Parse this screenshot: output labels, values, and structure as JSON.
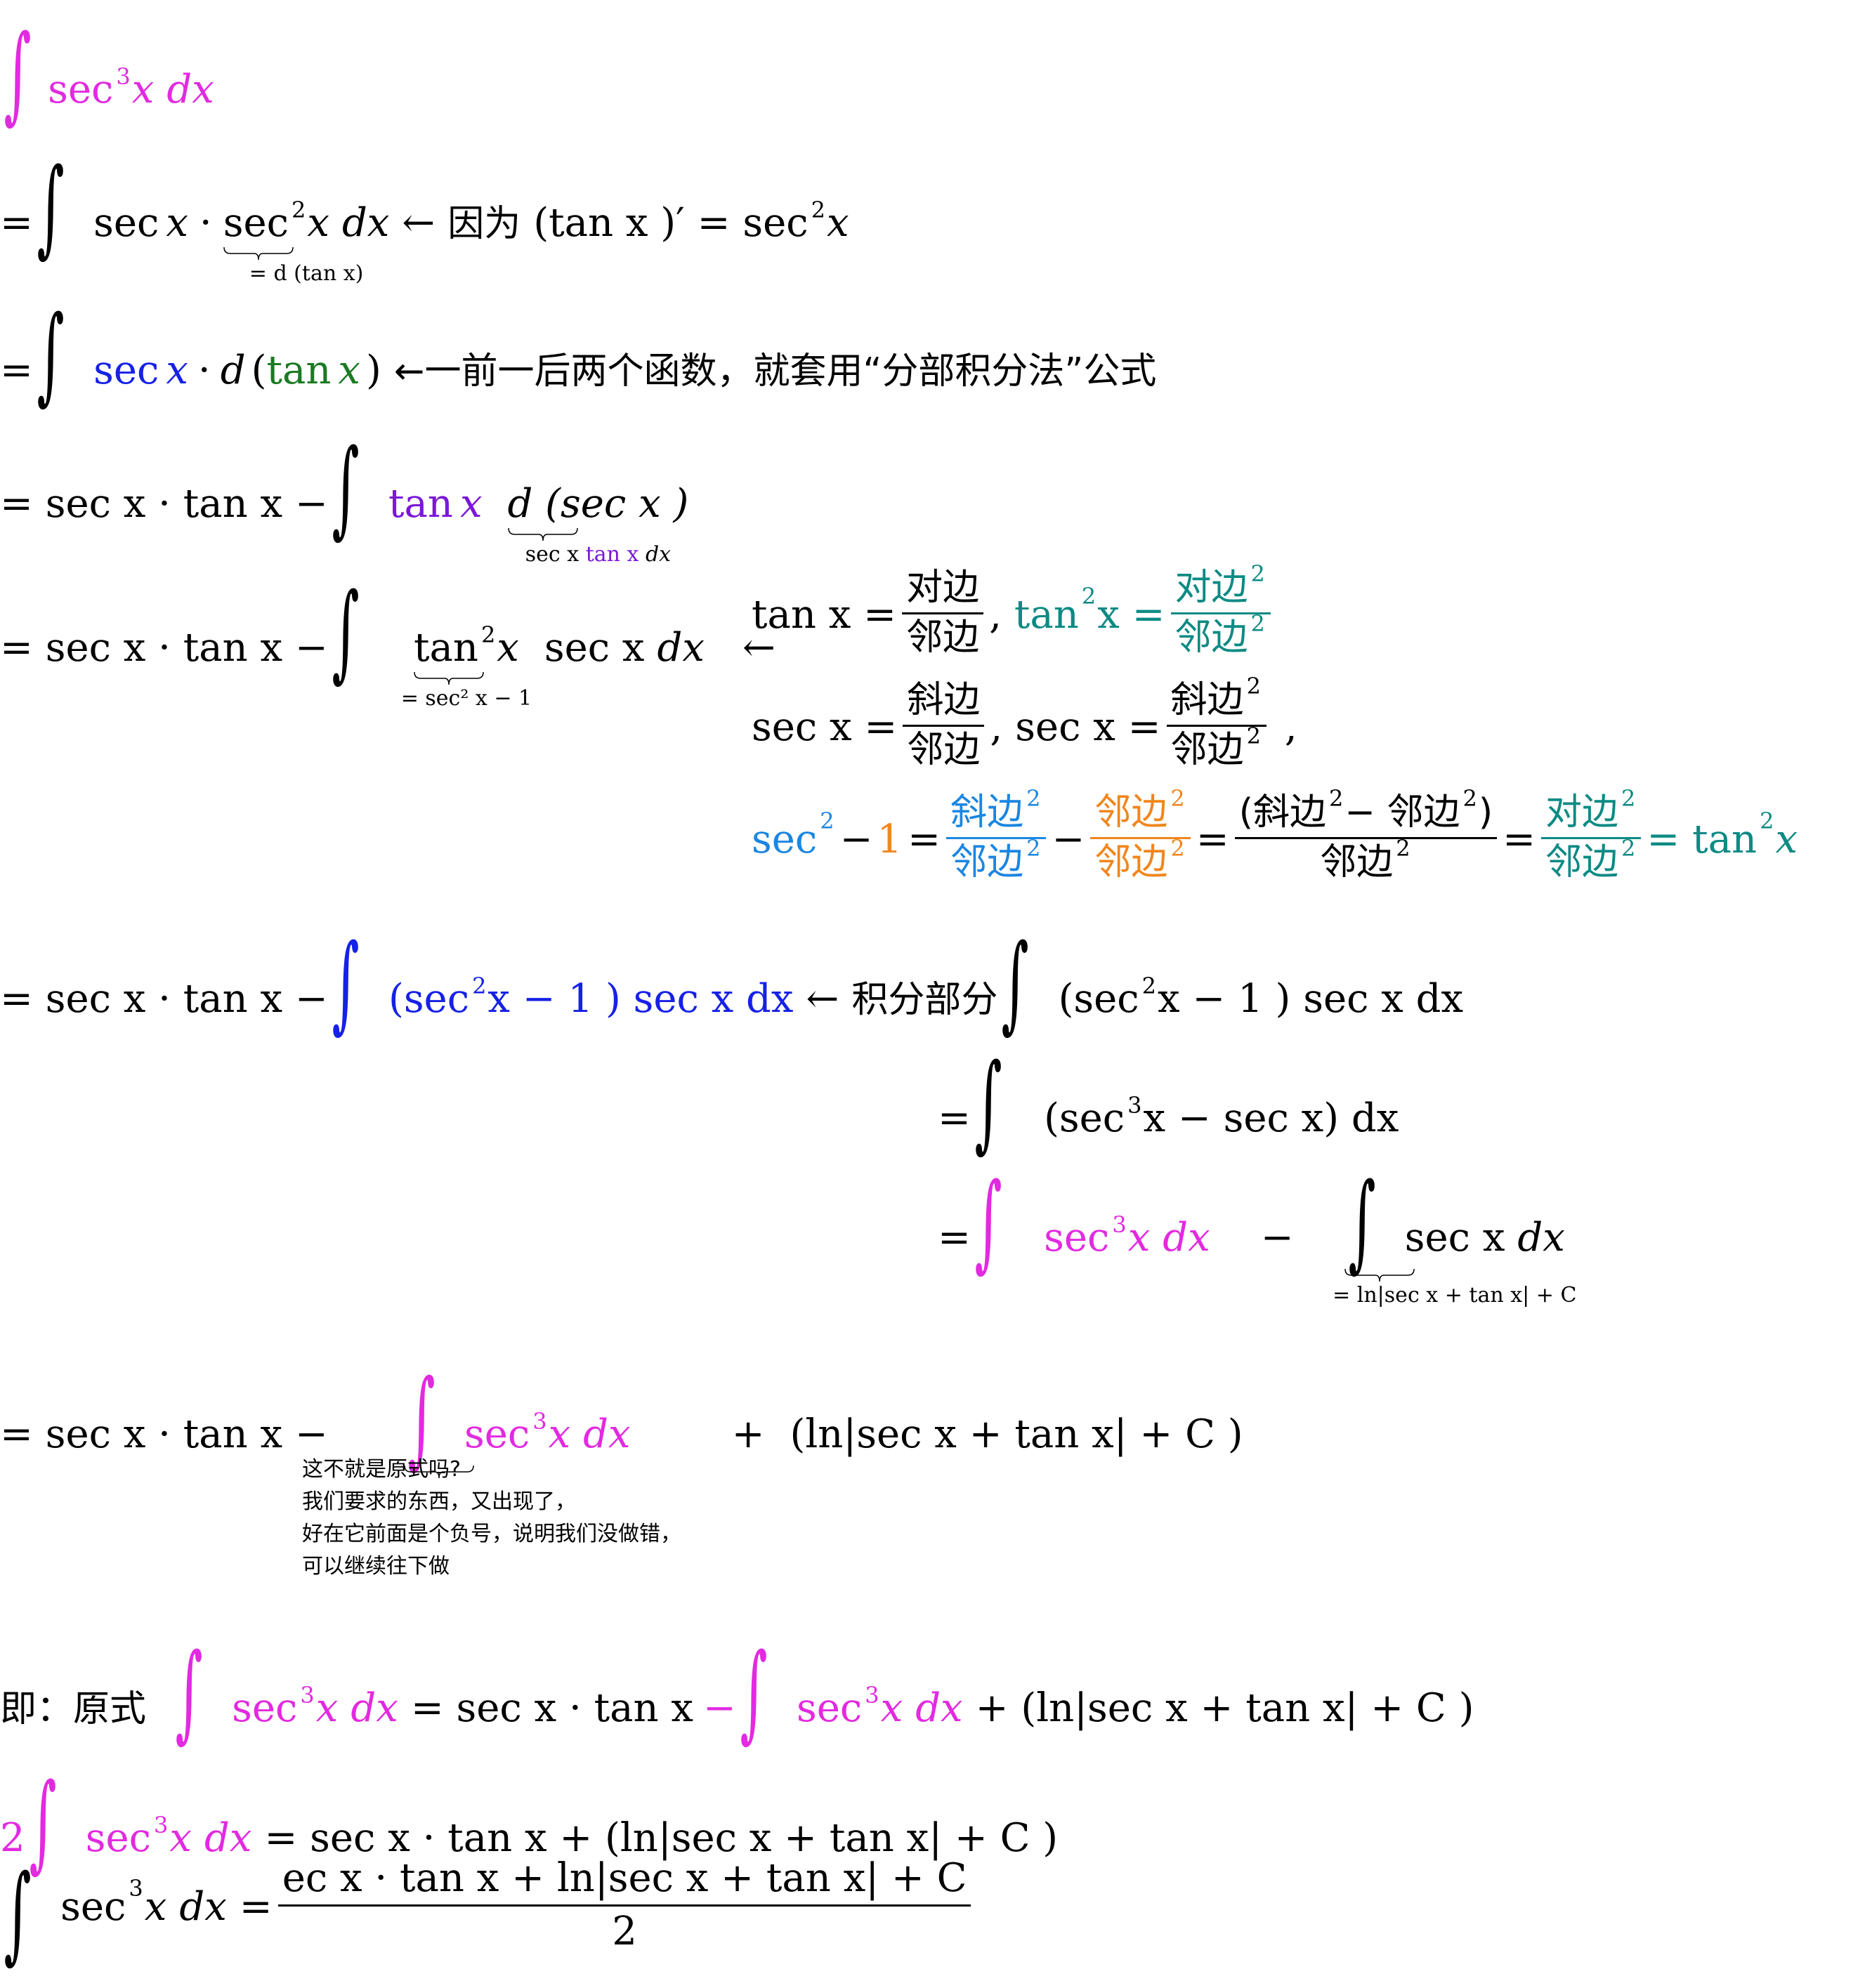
{
  "lines": {
    "l1": {
      "integrand": "sec",
      "exp": "3",
      "var": "x",
      "dx": "dx"
    },
    "l2": {
      "eq": "=",
      "secx": "sec",
      "x": "x",
      "dot": "·",
      "sec2": "sec",
      "exp": "2",
      "x2": "x",
      "dx": "dx",
      "brace_label": "= d (tan x)",
      "arrow": "←",
      "because": "因为",
      "deriv": "(tan x )′ = sec",
      "deriv_exp": "2",
      "deriv_x": "x"
    },
    "l3": {
      "eq": "=",
      "secx": "sec",
      "x": "x",
      "dot": "·",
      "d": "d",
      "lp": "(",
      "tan": "tan",
      "tx": "x",
      "rp": ")",
      "note": "←一前一后两个函数，就套用“分部积分法”公式"
    },
    "l4": {
      "lead": "= sec x · tan x −",
      "tanx": "tan",
      "tx": "x",
      "dsec": "d (sec x )",
      "brace_sec": "sec x",
      "brace_tan": "tan x",
      "brace_dx": "dx"
    },
    "l5": {
      "lead": "= sec x · tan x −",
      "tan2": "tan",
      "exp": "2",
      "x": "x",
      "brace_label": "= sec² x − 1",
      "secx": "sec x",
      "dx": "dx",
      "arrow": "←"
    },
    "identities": {
      "tan_lhs": "tan x =",
      "opp": "对边",
      "adj": "邻边",
      "comma": ",",
      "tan2_lhs": "tan",
      "tan2_exp": "2",
      "tan2_x": "x =",
      "opp2": "对边",
      "adj2": "邻边",
      "sq": "2",
      "sec_lhs": "sec x =",
      "hyp": "斜边",
      "sec2_lhs": "sec x =",
      "sec2m1_lhs": "sec",
      "one": "1",
      "minus": "−",
      "eq": "=",
      "hyp_minus_adj": "(斜边",
      "minus_adj": "− 邻边",
      "close": ")",
      "tan_rhs": "= tan",
      "tan_rhs_x": "x"
    },
    "l6": {
      "lead": "= sec x · tan x −",
      "body": "(sec",
      "exp": "2",
      "x": "x − 1 ) sec x  dx",
      "arrow": "←",
      "label": "积分部分",
      "rhs": "(sec",
      "rhs_exp": "2",
      "rhs_rest": "x − 1 ) sec x  dx"
    },
    "l7": {
      "eq": "=",
      "body": "(sec",
      "exp": "3",
      "rest": "x − sec x) dx"
    },
    "l8": {
      "eq": "=",
      "sec3": "sec",
      "exp": "3",
      "x": "x",
      "dx": "dx",
      "minus": "−",
      "secx": "sec x",
      "dx2": "dx",
      "brace_label": "= ln|sec x + tan x| + C"
    },
    "l9": {
      "lead": "= sec x · tan x −",
      "sec3": "sec",
      "exp": "3",
      "x": "x",
      "dx": "dx",
      "plus": "+",
      "tail": "(ln|sec x + tan x| + C )"
    },
    "notes": [
      "这不就是原式吗?",
      "我们要求的东西，又出现了，",
      "好在它前面是个负号，说明我们没做错，",
      "可以继续往下做"
    ],
    "l10": {
      "label": "即：原式",
      "sec3": "sec",
      "exp": "3",
      "x": "x",
      "dx": "dx",
      "mid": "= sec x · tan x",
      "minus": "−",
      "tail": "+ (ln|sec x + tan x| + C )"
    },
    "l11": {
      "two": "2",
      "sec3": "sec",
      "exp": "3",
      "x": "x",
      "dx": "dx",
      "tail": "= sec x · tan x +  (ln|sec x + tan x| + C )"
    },
    "l12": {
      "sec3": "sec",
      "exp": "3",
      "x": "x",
      "dx": "dx",
      "eq": "=",
      "num": "ec x · tan x +  ln|sec x + tan x| + C",
      "den": "2"
    }
  },
  "colors": {
    "magenta": "#e22ae0",
    "blue": "#1621e6",
    "green": "#1b7a24",
    "purple": "#7a18d8",
    "teal": "#0d8a84",
    "skyblue": "#1b86e2",
    "orange": "#f0861e"
  }
}
